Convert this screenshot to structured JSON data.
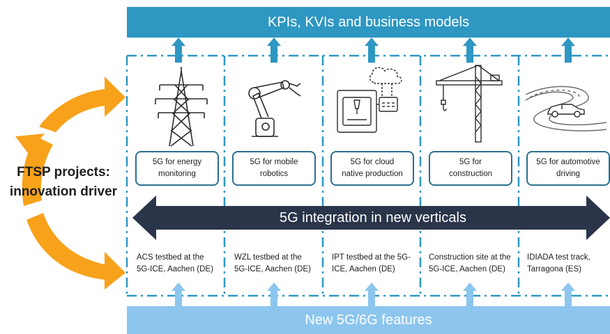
{
  "top_bar": {
    "label": "KPIs, KVIs and business models",
    "color": "#2e97c2"
  },
  "bottom_bar": {
    "label": "New 5G/6G features",
    "color": "#8cc6ee"
  },
  "left_title": {
    "line1": "FTSP projects:",
    "line2": "innovation driver",
    "cycle_color": "#f7a21a"
  },
  "integration": {
    "label": "5G integration in new verticals",
    "color": "#2b3549"
  },
  "verticals": [
    {
      "icon": "power-pylon-icon",
      "card": "5G for energy\nmonitoring",
      "location": "ACS testbed at the\n5G-ICE, Aachen (DE)"
    },
    {
      "icon": "robot-arm-icon",
      "card": "5G for mobile\nrobotics",
      "location": "WZL testbed at the\n5G-ICE, Aachen (DE)"
    },
    {
      "icon": "cloud-machine-icon",
      "card": "5G for cloud\nnative production",
      "location": "IPT testbed at the 5G-\nICE, Aachen (DE)"
    },
    {
      "icon": "tower-crane-icon",
      "card": "5G for\nconstruction",
      "location": "Construction site at the\n5G-ICE, Aachen (DE)"
    },
    {
      "icon": "car-road-icon",
      "card": "5G for automotive\ndriving",
      "location": "IDIADA test track,\nTarragona (ES)"
    }
  ]
}
